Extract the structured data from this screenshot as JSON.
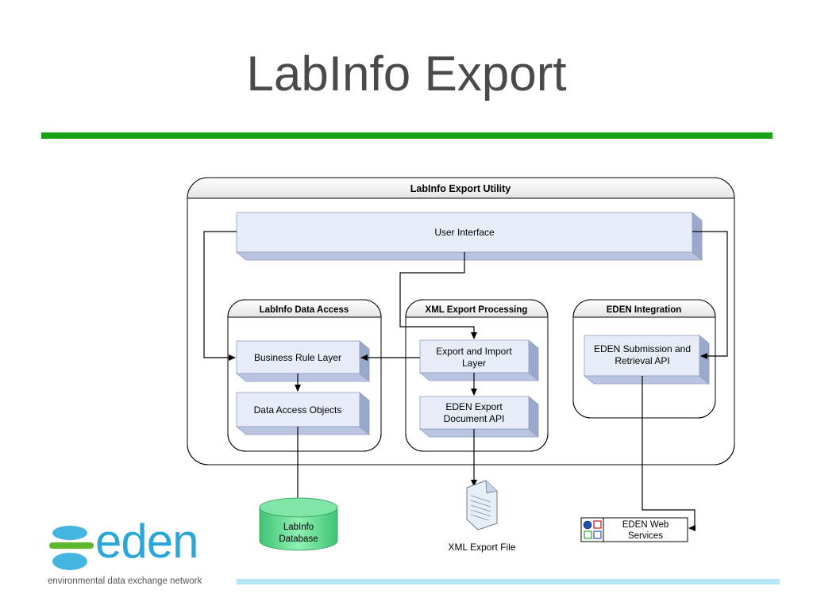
{
  "slide": {
    "title": "LabInfo Export"
  },
  "diagram": {
    "outer_title": "LabInfo Export Utility",
    "user_interface": "User Interface",
    "groups": {
      "data_access": "LabInfo Data Access",
      "xml_processing": "XML Export Processing",
      "eden_integration": "EDEN Integration"
    },
    "boxes": {
      "business_rule": "Business Rule Layer",
      "data_access_objects": "Data Access Objects",
      "export_import_1": "Export and Import",
      "export_import_2": "Layer",
      "export_doc_1": "EDEN Export",
      "export_doc_2": "Document API",
      "submission_1": "EDEN Submission and",
      "submission_2": "Retrieval API"
    },
    "externals": {
      "database_1": "LabInfo",
      "database_2": "Database",
      "xml_file": "XML Export File",
      "web_services_1": "EDEN Web",
      "web_services_2": "Services"
    }
  },
  "logo": {
    "wordmark": "eden",
    "tagline": "environmental data exchange network"
  },
  "colors": {
    "accent_green": "#1aa319",
    "accent_blue": "#b5e6f6",
    "box_fill": "#e8ecf8",
    "box_side": "#aab6d6",
    "database_green": "#5fd98f"
  }
}
